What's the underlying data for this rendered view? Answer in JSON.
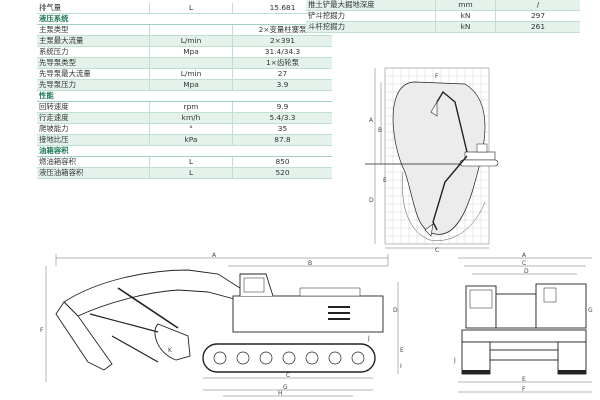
{
  "left_table": {
    "rows": [
      {
        "type": "row",
        "label": "排气量",
        "unit": "L",
        "value": "15.681"
      },
      {
        "type": "section",
        "label": "液压系统"
      },
      {
        "type": "row",
        "label": "主泵类型",
        "unit": "",
        "value": "2×变量柱塞泵"
      },
      {
        "type": "row",
        "label": "主泵最大流量",
        "unit": "L/min",
        "value": "2×391"
      },
      {
        "type": "row",
        "label": "系统压力",
        "unit": "Mpa",
        "value": "31.4/34.3"
      },
      {
        "type": "row",
        "label": "先导泵类型",
        "unit": "",
        "value": "1×齿轮泵"
      },
      {
        "type": "row",
        "label": "先导泵最大流量",
        "unit": "L/min",
        "value": "27"
      },
      {
        "type": "row",
        "label": "先导泵压力",
        "unit": "Mpa",
        "value": "3.9"
      },
      {
        "type": "section",
        "label": "性能"
      },
      {
        "type": "row",
        "label": "回转速度",
        "unit": "rpm",
        "value": "9.9"
      },
      {
        "type": "row",
        "label": "行走速度",
        "unit": "km/h",
        "value": "5.4/3.3"
      },
      {
        "type": "row",
        "label": "爬坡能力",
        "unit": "°",
        "value": "35"
      },
      {
        "type": "row",
        "label": "接地比压",
        "unit": "kPa",
        "value": "87.8"
      },
      {
        "type": "section",
        "label": "油箱容积"
      },
      {
        "type": "row",
        "label": "燃油箱容积",
        "unit": "L",
        "value": "850"
      },
      {
        "type": "row",
        "label": "液压油箱容积",
        "unit": "L",
        "value": "520"
      }
    ]
  },
  "right_table": {
    "rows": [
      {
        "label": "推土铲最大掘地深度",
        "unit": "mm",
        "value": "/"
      },
      {
        "label": "铲斗挖掘力",
        "unit": "kN",
        "value": "297"
      },
      {
        "label": "斗杆挖掘力",
        "unit": "kN",
        "value": "261"
      }
    ]
  },
  "dims": {
    "side": [
      "A",
      "B",
      "C",
      "D",
      "E",
      "F",
      "G",
      "H",
      "I",
      "J",
      "K"
    ],
    "front": [
      "A",
      "C",
      "D",
      "E",
      "F",
      "G",
      "J"
    ],
    "range": [
      "A",
      "B",
      "C",
      "D",
      "E",
      "F"
    ]
  },
  "colors": {
    "accent": "#1d7a55",
    "row_alt": "#e4f2eb",
    "line": "#bfe0cf"
  }
}
